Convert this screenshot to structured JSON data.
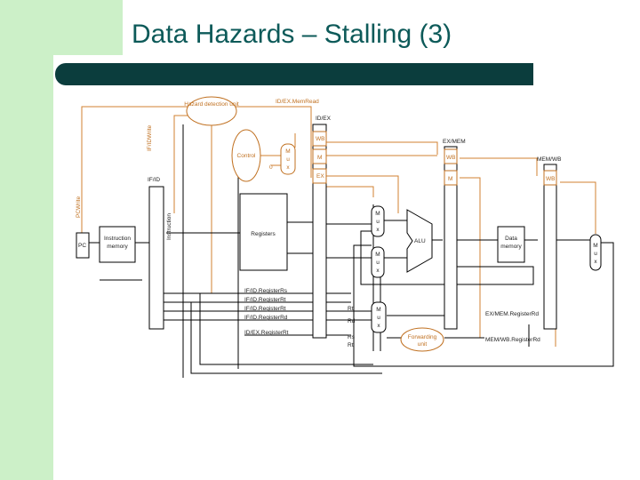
{
  "slide": {
    "title": "Data Hazards – Stalling (3)"
  },
  "diagram": {
    "hazard_unit": "Hazard detection unit",
    "idex_memread": "ID/EX.MemRead",
    "idex": "ID/EX",
    "exmem": "EX/MEM",
    "memwb": "MEM/WB",
    "ifid": "IF/ID",
    "control": "Control",
    "zero": "0",
    "ifid_write": "IF/IDWrite",
    "pc_write": "PCWrite",
    "pc": "PC",
    "instruction_memory_1": "Instruction",
    "instruction_memory_2": "memory",
    "registers": "Registers",
    "alu": "ALU",
    "data_memory_1": "Data",
    "data_memory_2": "memory",
    "wb": "WB",
    "m": "M",
    "ex": "EX",
    "instruction_vlabel": "Instruction",
    "mux_letters": [
      "M",
      "u",
      "x"
    ],
    "ifid_rs": "IF/ID.RegisterRs",
    "ifid_rt1": "IF/ID.RegisterRt",
    "ifid_rt2": "IF/ID.RegisterRt",
    "ifid_rd": "IF/ID.RegisterRd",
    "idex_rt": "ID/EX.RegisterRt",
    "rt": "Rt",
    "rd": "Rd",
    "rs": "Rs",
    "rt2": "Rt",
    "forwarding_unit_1": "Forwarding",
    "forwarding_unit_2": "unit",
    "exmem_rd": "EX/MEM.RegisterRd",
    "memwb_rd": "MEM/WB.RegisterRd"
  }
}
